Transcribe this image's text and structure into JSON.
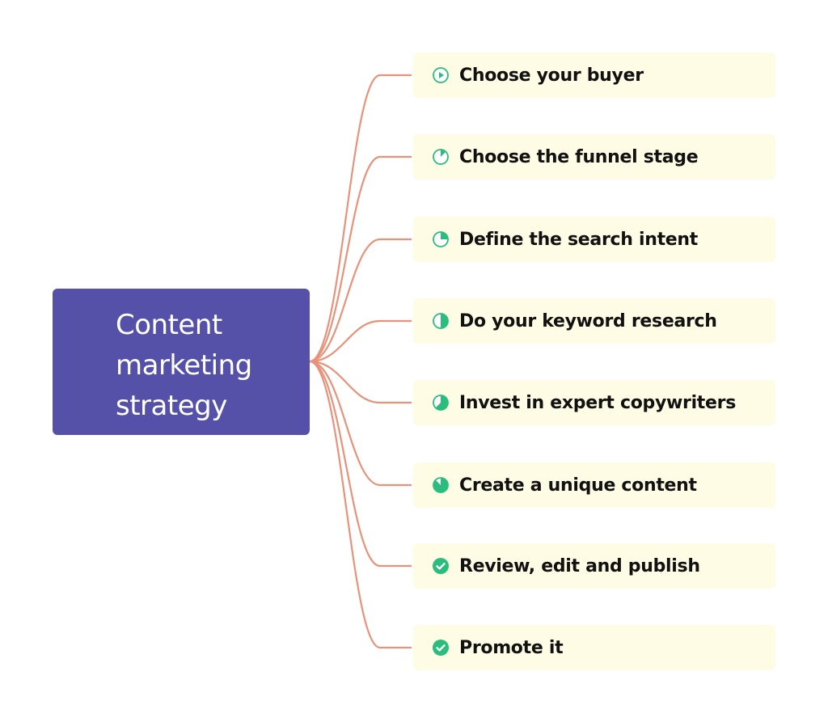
{
  "root": {
    "title": "Content marketing strategy"
  },
  "colors": {
    "root_fill": "#5551a8",
    "branch_fill": "#fefce4",
    "connector": "#e8927a",
    "progress": "#2bbd7e"
  },
  "branches": [
    {
      "label": "Choose your buyer",
      "icon": "play-icon",
      "progress": 0
    },
    {
      "label": "Choose the funnel stage",
      "icon": "progress-pie-icon",
      "progress": 0.125
    },
    {
      "label": "Define the search intent",
      "icon": "progress-pie-icon",
      "progress": 0.25
    },
    {
      "label": "Do your keyword research",
      "icon": "progress-pie-icon",
      "progress": 0.5
    },
    {
      "label": "Invest in expert copywriters",
      "icon": "progress-pie-icon",
      "progress": 0.625
    },
    {
      "label": "Create a unique content",
      "icon": "progress-pie-icon",
      "progress": 0.875
    },
    {
      "label": "Review, edit and publish",
      "icon": "check-circle-icon",
      "progress": 1
    },
    {
      "label": "Promote it",
      "icon": "check-circle-icon",
      "progress": 1
    }
  ]
}
